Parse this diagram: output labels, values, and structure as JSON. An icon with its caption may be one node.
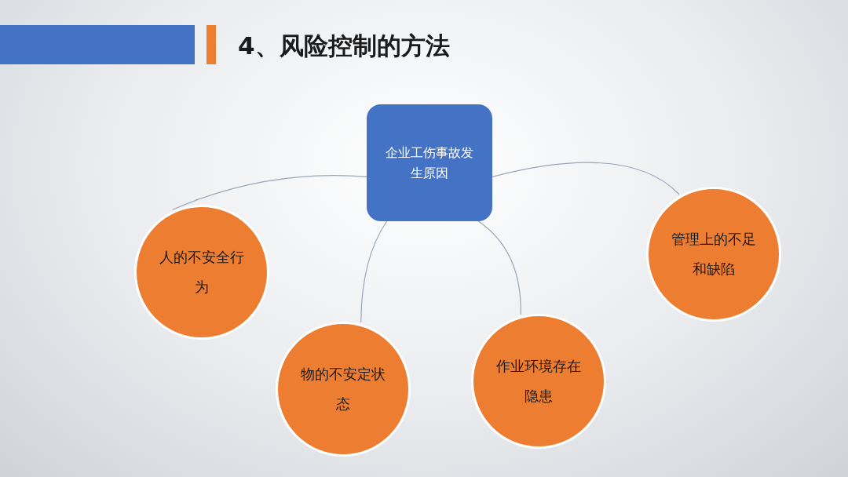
{
  "diagram": {
    "title": "4、风险控制的方法",
    "nodes": [
      {
        "text": [
          "企业工伤事故发生原因"
        ]
      },
      {
        "text": [
          "人的不安全行为"
        ]
      },
      {
        "text": [
          "物的不安定状态"
        ]
      },
      {
        "text": [
          "作业环境存在隐患"
        ]
      },
      {
        "text": [
          "管理上的不足和缺陷"
        ]
      }
    ],
    "edges": [
      {
        "from": 0,
        "to": 1,
        "arrow": "none"
      },
      {
        "from": 0,
        "to": 2,
        "arrow": "none"
      },
      {
        "from": 0,
        "to": 3,
        "arrow": "none"
      },
      {
        "from": 0,
        "to": 4,
        "arrow": "none"
      }
    ]
  }
}
